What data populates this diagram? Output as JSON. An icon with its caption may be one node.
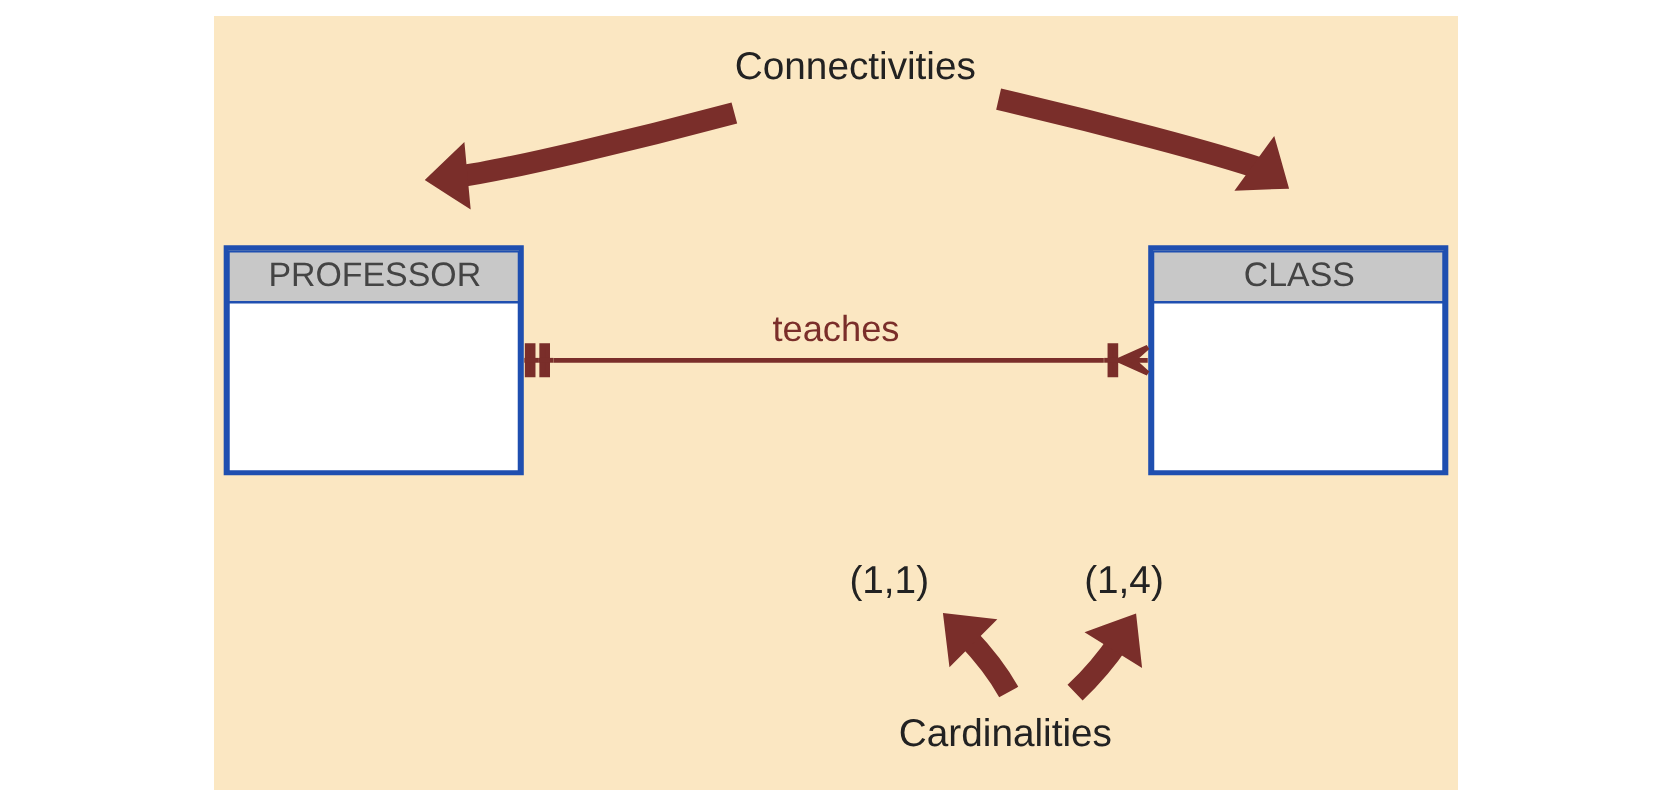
{
  "diagram": {
    "nodes": [
      {
        "text": [
          "Connectivities"
        ]
      },
      {
        "text": [
          "PROFESSOR"
        ]
      },
      {
        "text": [
          "CLASS"
        ]
      },
      {
        "text": [
          "(1,1)"
        ]
      },
      {
        "text": [
          "(1,4)"
        ]
      },
      {
        "text": [
          "Cardinalities"
        ]
      }
    ],
    "edges": [
      {
        "from": 1,
        "to": 2,
        "arrow": "other",
        "label": "teaches"
      },
      {
        "from": 0,
        "to": null,
        "arrow": "to"
      },
      {
        "from": 0,
        "to": null,
        "arrow": "to"
      },
      {
        "from": 5,
        "to": 3,
        "arrow": "to"
      },
      {
        "from": 5,
        "to": 4,
        "arrow": "to"
      }
    ]
  }
}
